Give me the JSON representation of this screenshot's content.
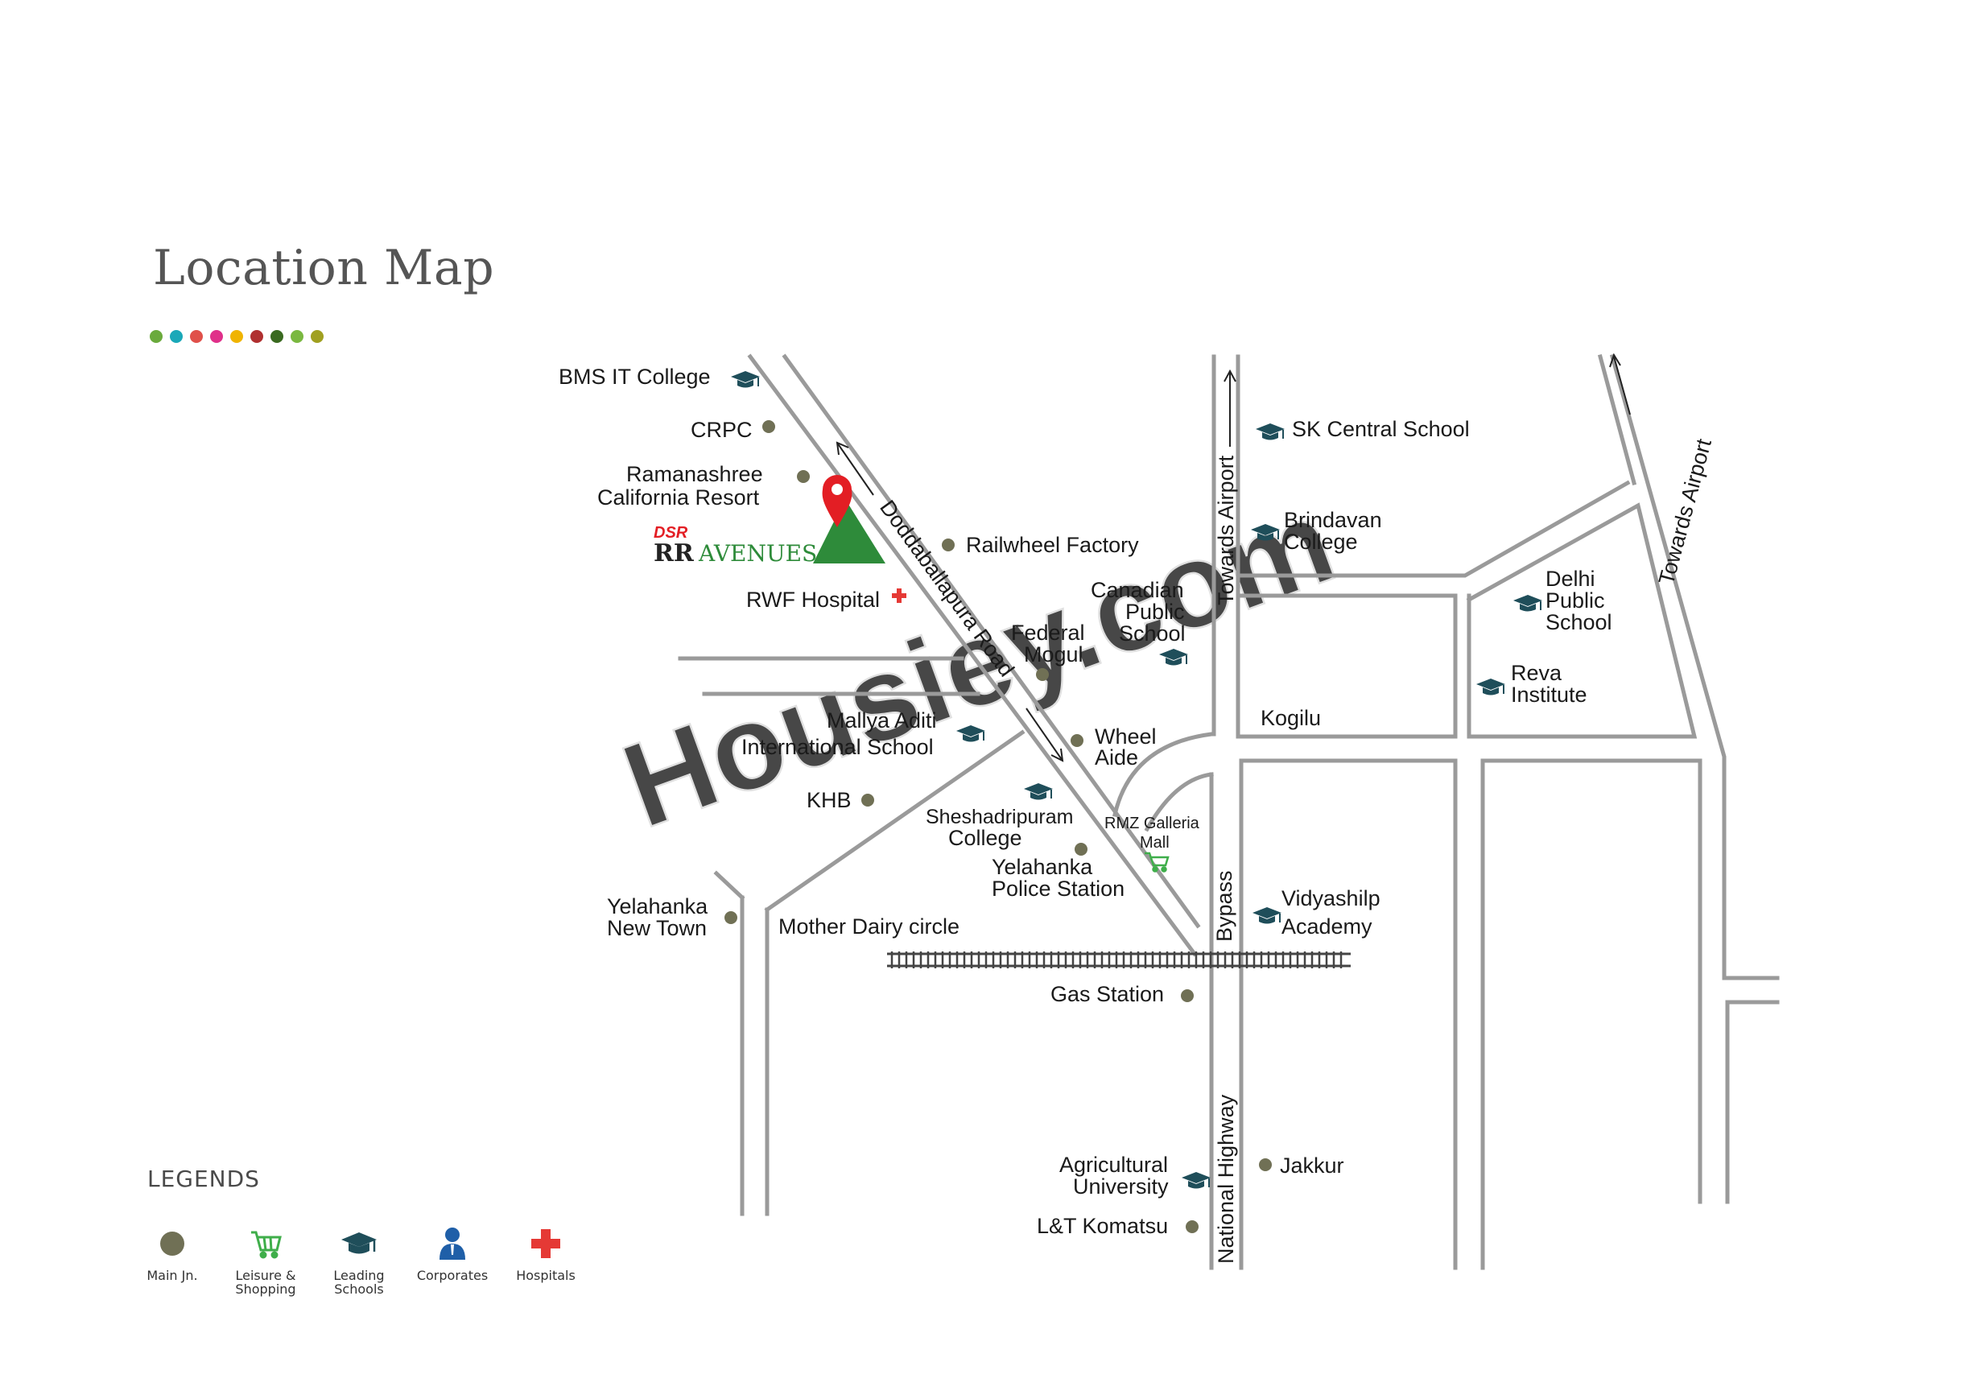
{
  "title": "Location Map",
  "colors": {
    "road": "#9a9a9a",
    "main_jn": "#707055",
    "school": "#1f4e5a",
    "leisure": "#3fae4a",
    "corporate": "#1f5fa8",
    "hospital": "#e53935",
    "pin": "#e31e24",
    "project_plot": "#2e8b3a"
  },
  "color_dots": [
    "#6aaa3c",
    "#1aa8b8",
    "#e0504a",
    "#e0308a",
    "#f0b400",
    "#b03030",
    "#3a6a20",
    "#7ab840",
    "#a0a020"
  ],
  "project": {
    "brand": "DSR",
    "name_prefix": "RR",
    "name": "AVENUES"
  },
  "roads": {
    "doddaballapura": "Doddaballapura Road",
    "towards_airport_1": "Towards Airport",
    "towards_airport_2": "Towards Airport",
    "bypass": "Bypass",
    "national_highway": "National Highway"
  },
  "places": {
    "bms": "BMS IT College",
    "crpc": "CRPC",
    "ramanashree_1": "Ramanashree",
    "ramanashree_2": "California Resort",
    "railwheel": "Railwheel Factory",
    "rwf": "RWF Hospital",
    "federal_1": "Federal",
    "federal_2": "Mogul",
    "canadian_1": "Canadian",
    "canadian_2": "Public",
    "canadian_3": "School",
    "mallya_1": "Mallya Aditi",
    "mallya_2": "International School",
    "wheel_1": "Wheel",
    "wheel_2": "Aide",
    "khb": "KHB",
    "sheshadri_1": "Sheshadripuram",
    "sheshadri_2": "College",
    "rmz_1": "RMZ Galleria",
    "rmz_2": "Mall",
    "police_1": "Yelahanka",
    "police_2": "Police Station",
    "ynt_1": "Yelahanka",
    "ynt_2": "New Town",
    "mother_dairy": "Mother Dairy circle",
    "gas": "Gas Station",
    "sk": "SK Central School",
    "brindavan_1": "Brindavan",
    "brindavan_2": "College",
    "kogilu": "Kogilu",
    "dps_1": "Delhi",
    "dps_2": "Public",
    "dps_3": "School",
    "reva_1": "Reva",
    "reva_2": "Institute",
    "vidya_1": "Vidyashilp",
    "vidya_2": "Academy",
    "agri_1": "Agricultural",
    "agri_2": "University",
    "jakkur": "Jakkur",
    "lt": "L&T Komatsu"
  },
  "watermark": "Housiey.com",
  "legend": {
    "title": "LEGENDS",
    "items": [
      {
        "icon": "main-junction-dot-icon",
        "line1": "Main Jn.",
        "line2": ""
      },
      {
        "icon": "shopping-cart-icon",
        "line1": "Leisure &",
        "line2": "Shopping"
      },
      {
        "icon": "graduation-cap-icon",
        "line1": "Leading",
        "line2": "Schools"
      },
      {
        "icon": "person-icon",
        "line1": "Corporates",
        "line2": ""
      },
      {
        "icon": "hospital-cross-icon",
        "line1": "Hospitals",
        "line2": ""
      }
    ]
  }
}
